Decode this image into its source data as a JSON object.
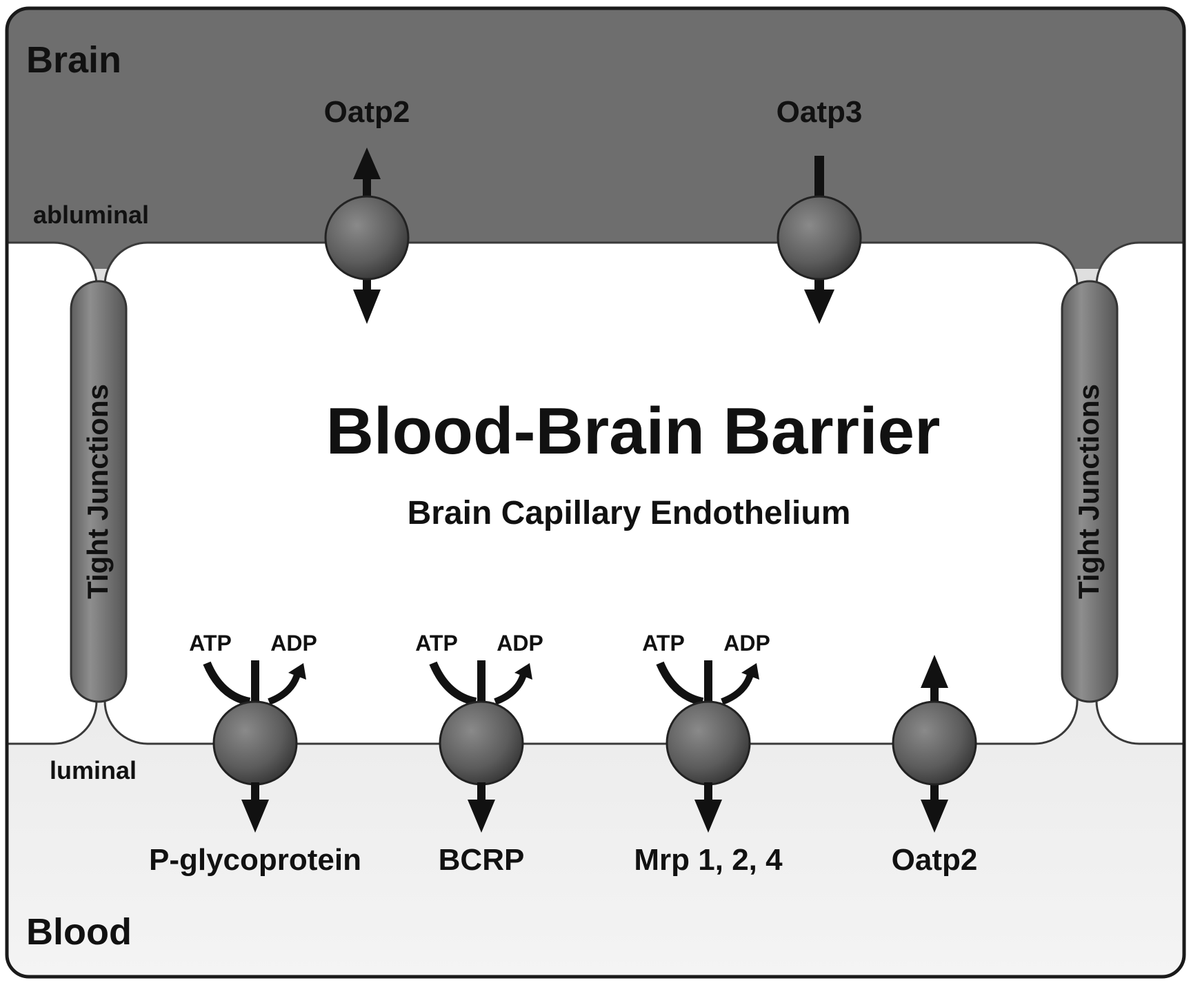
{
  "regions": {
    "top": "Brain",
    "bottom": "Blood",
    "membrane_top": "abluminal",
    "membrane_bottom": "luminal"
  },
  "title": "Blood-Brain Barrier",
  "subtitle": "Brain Capillary Endothelium",
  "junctions": {
    "left": "Tight Junctions",
    "right": "Tight Junctions"
  },
  "transporters": {
    "abluminal_left": {
      "label": "Oatp2",
      "direction": "bidirectional"
    },
    "abluminal_right": {
      "label": "Oatp3",
      "direction": "brain-to-cell"
    },
    "luminal_1": {
      "label": "P-glycoprotein",
      "direction": "cell-to-blood",
      "energy": [
        "ATP",
        "ADP"
      ]
    },
    "luminal_2": {
      "label": "BCRP",
      "direction": "cell-to-blood",
      "energy": [
        "ATP",
        "ADP"
      ]
    },
    "luminal_3": {
      "label": "Mrp 1, 2, 4",
      "direction": "cell-to-blood",
      "energy": [
        "ATP",
        "ADP"
      ]
    },
    "luminal_4": {
      "label": "Oatp2",
      "direction": "bidirectional"
    }
  },
  "colors": {
    "brain_region": "#6e6e6e",
    "blood_region": "#e4e4e4",
    "cell_interior": "#ffffff",
    "transporter": "#5a5a5a",
    "outline": "#1a1a1a"
  }
}
